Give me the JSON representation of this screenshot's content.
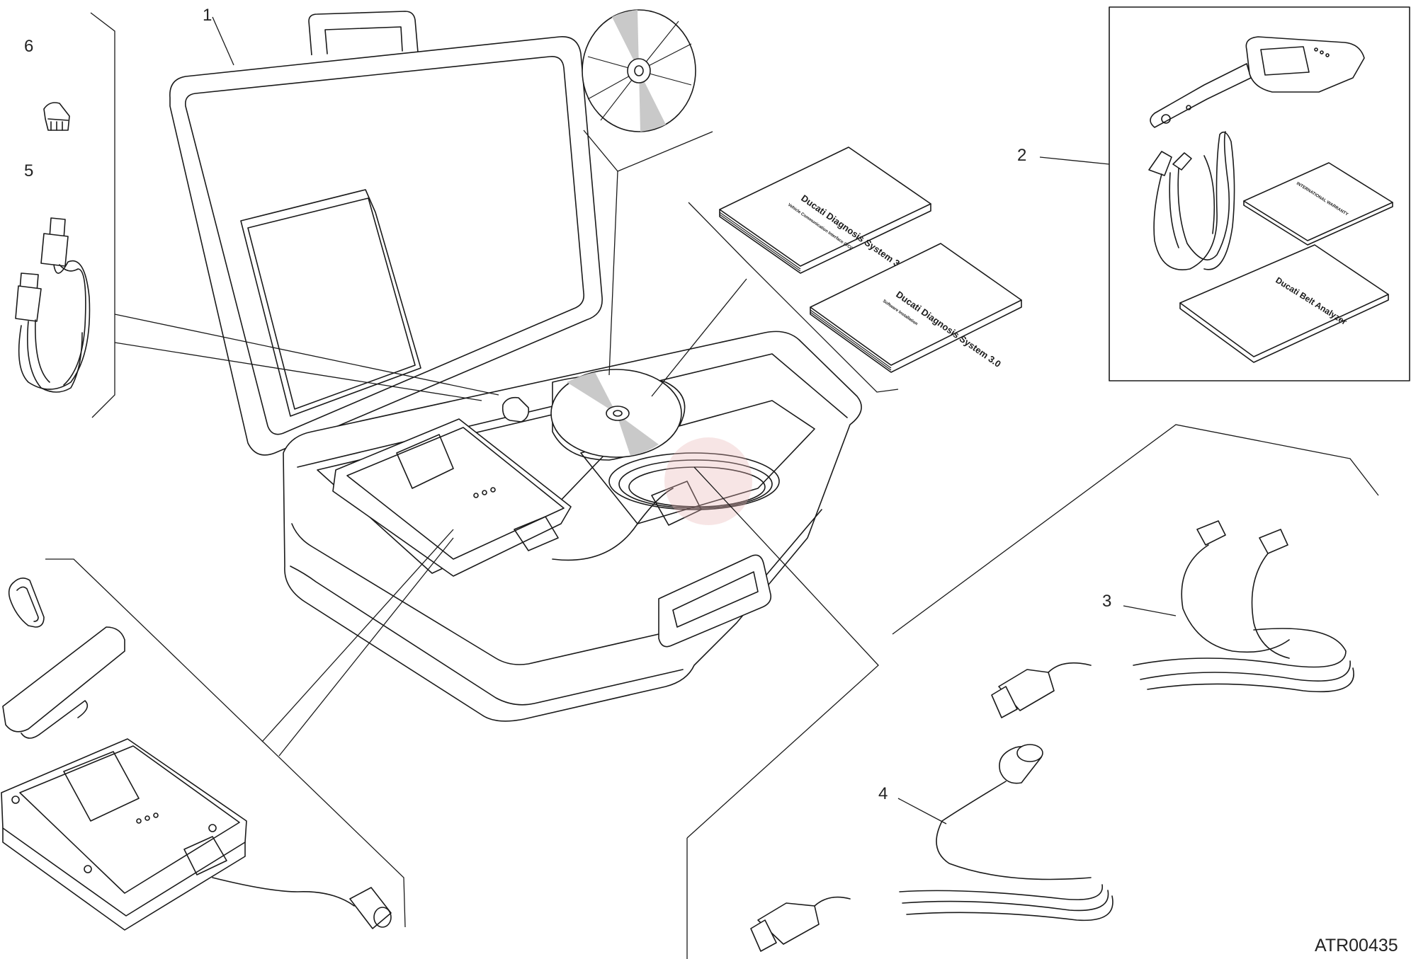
{
  "callouts": [
    "1",
    "2",
    "3",
    "4",
    "5",
    "6"
  ],
  "drawing_code": "ATR00435",
  "manuals": {
    "manual_a_title": "Ducati Diagnosis System 3.0",
    "manual_a_sub": "Vehicle Communication Interface (VCI)",
    "manual_b_title": "Ducati Diagnosis System 3.0",
    "manual_b_sub": "Software Installation",
    "warranty_title": "INTERNATIONAL WARRANTY",
    "belt_title": "Ducati Belt Analyzer"
  },
  "colors": {
    "line": "#1a1a1a",
    "cd_shade": "#c9c9c9",
    "watermark": "#e8b4b4"
  }
}
